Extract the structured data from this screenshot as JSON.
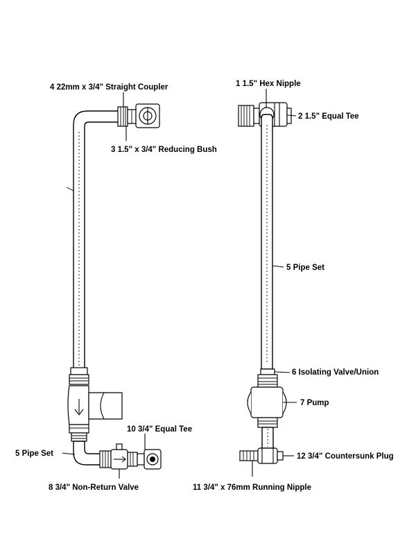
{
  "labels": {
    "l4": "4  22mm x 3/4\" Straight Coupler",
    "l3": "3  1.5\" x 3/4\" Reducing Bush",
    "l10": "10  3/4\" Equal Tee",
    "l5a": "5  Pipe Set",
    "l8": "8  3/4\" Non-Return Valve",
    "l1": "1  1.5\" Hex Nipple",
    "l2": "2  1.5\" Equal Tee",
    "l5b": "5  Pipe Set",
    "l6": "6  Isolating Valve/Union",
    "l7": "7  Pump",
    "l12": "12  3/4\" Countersunk Plug",
    "l11": "11  3/4\" x 76mm Running Nipple"
  },
  "colors": {
    "line": "#000000",
    "background": "#ffffff"
  }
}
